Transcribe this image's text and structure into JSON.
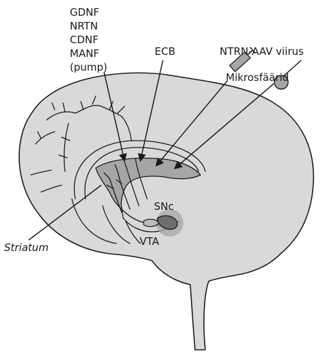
{
  "labels": {
    "gdnf": "GDNF",
    "nrtn": "NRTN",
    "cdnf": "CDNF",
    "manf": "MANF",
    "pump": "(pump)",
    "ecb": "ECB",
    "ntrn_aav": "NTRN-AAV viirus",
    "mikrosfaarid": "Mikrosfäärid",
    "snc": "SNc",
    "vta": "VTA",
    "striatum": "Striatum"
  },
  "colors": {
    "brain_fill": "#d9d9d9",
    "striatum_fill": "#a6a6a6",
    "snc_halo": "#a6a6a6",
    "line": "#1a1a1a"
  }
}
